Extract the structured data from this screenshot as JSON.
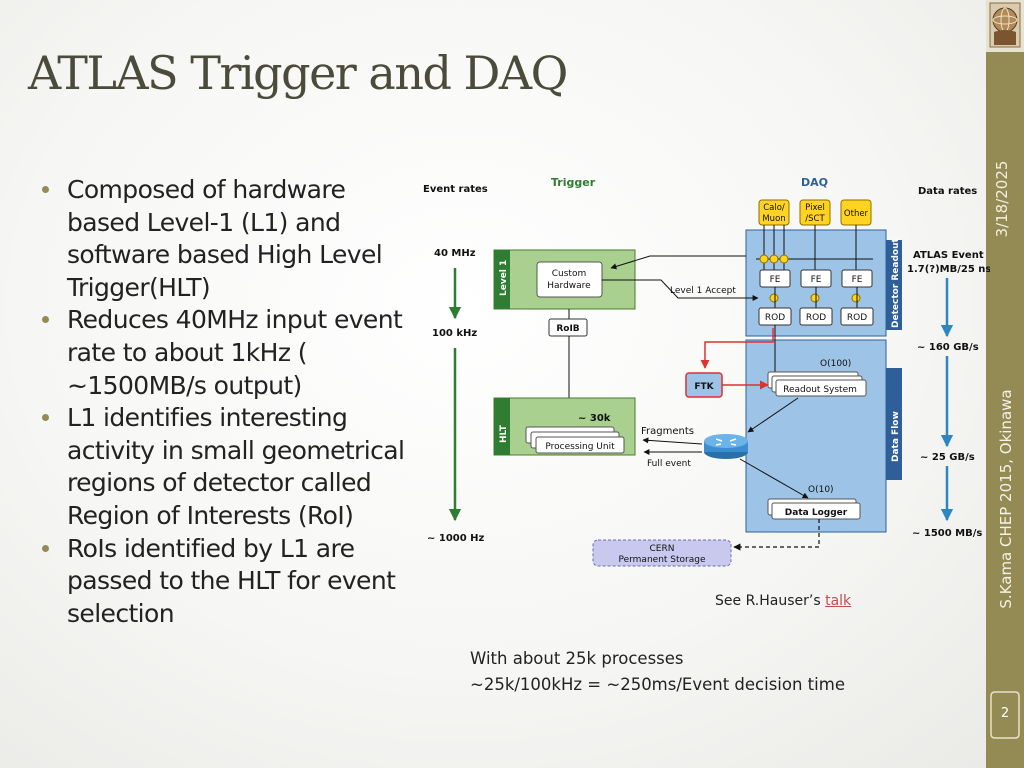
{
  "slide": {
    "title": "ATLAS Trigger and DAQ",
    "date": "3/18/2025",
    "venue": "S.Kama CHEP 2015, Okinawa",
    "page_number": "2"
  },
  "bullets": [
    {
      "text": "Composed of hardware based Level-1 (L1) and software based High Level Trigger(HLT)"
    },
    {
      "text": "Reduces 40MHz input event rate to about 1kHz ( ~1500MB/s output)"
    },
    {
      "text": "L1 identifies interesting activity in small geometrical regions of detector called Region of Interests (RoI)"
    },
    {
      "text": "RoIs identified by L1 are passed to the HLT for event selection"
    }
  ],
  "see_note": {
    "prefix": "See R.Hauser’s ",
    "link": "talk"
  },
  "processes_note": {
    "line1": "With about 25k processes",
    "line2": "~25k/100kHz = ~250ms/Event decision time"
  },
  "diagram": {
    "event_rates": "Event rates",
    "trigger": "Trigger",
    "daq": "DAQ",
    "data_rates": "Data rates",
    "rate_40mhz": "40 MHz",
    "rate_100khz": "100 kHz",
    "rate_1000hz": "~ 1000 Hz",
    "level1": "Level 1",
    "custom_hw_1": "Custom",
    "custom_hw_2": "Hardware",
    "roib": "RoIB",
    "level1_accept": "Level 1 Accept",
    "hlt": "HLT",
    "n30k": "~ 30k",
    "processing_unit": "Processing Unit",
    "fragments": "Fragments",
    "full_event": "Full event",
    "calo_1": "Calo/",
    "calo_2": "Muon",
    "pixel_1": "Pixel",
    "pixel_2": "/SCT",
    "other": "Other",
    "fe": "FE",
    "rod": "ROD",
    "detector_readout": "Detector Readout",
    "data_flow": "Data Flow",
    "o100": "O(100)",
    "readout_system": "Readout System",
    "ftk": "FTK",
    "o10": "O(10)",
    "data_logger": "Data Logger",
    "cern_1": "CERN",
    "cern_2": "Permanent Storage",
    "atlas_event_1": "ATLAS Event",
    "atlas_event_2": "1.7(?)MB/25 ns",
    "dr_160": "~ 160 GB/s",
    "dr_25": "~ 25 GB/s",
    "dr_1500": "~ 1500 MB/s"
  },
  "colors": {
    "sidebar": "#948a54",
    "title": "#4b4b3c",
    "arrow_green": "#2e7d32",
    "arrow_blue": "#2e86c1",
    "box_green": "#a9d08e",
    "daq_blue": "#9dc3e6",
    "readout_bar": "#2e5f9b",
    "detector_yellow": "#ffd320",
    "ftk_red": "#e03030",
    "link": "#c0504d"
  }
}
